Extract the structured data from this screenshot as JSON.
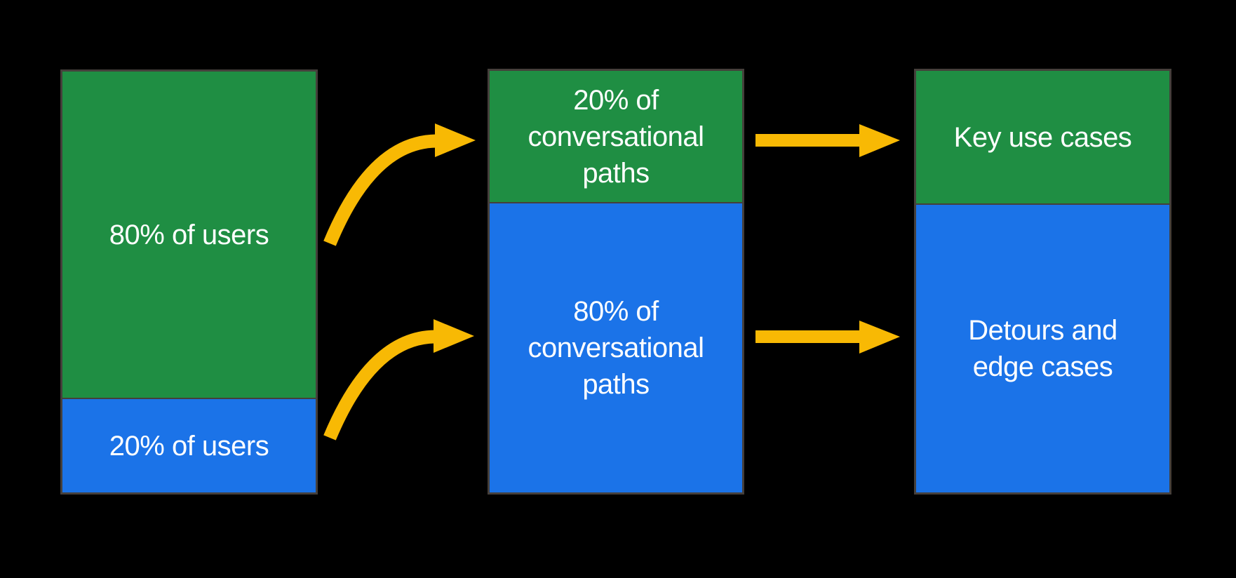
{
  "colors": {
    "background": "#000000",
    "green": "#1F8E43",
    "blue": "#1B73E8",
    "arrow_gold": "#F8B904",
    "box_border": "#453F3B",
    "label_text": "#FFFFFF"
  },
  "columns": [
    {
      "name": "users",
      "segments": [
        {
          "label": "80% of users",
          "color": "green"
        },
        {
          "label": "20% of users",
          "color": "blue"
        }
      ]
    },
    {
      "name": "conversational-paths",
      "segments": [
        {
          "label": "20% of\nconversational\npaths",
          "color": "green"
        },
        {
          "label": "80% of\nconversational\npaths",
          "color": "blue"
        }
      ]
    },
    {
      "name": "use-cases",
      "segments": [
        {
          "label": "Key use cases",
          "color": "green"
        },
        {
          "label": "Detours and\nedge cases",
          "color": "blue"
        }
      ]
    }
  ],
  "arrows": [
    {
      "from": "80% of users",
      "to": "20% of conversational paths",
      "shape": "curved"
    },
    {
      "from": "20% of users",
      "to": "80% of conversational paths",
      "shape": "curved"
    },
    {
      "from": "20% of conversational paths",
      "to": "Key use cases",
      "shape": "straight"
    },
    {
      "from": "80% of conversational paths",
      "to": "Detours and edge cases",
      "shape": "straight"
    }
  ]
}
